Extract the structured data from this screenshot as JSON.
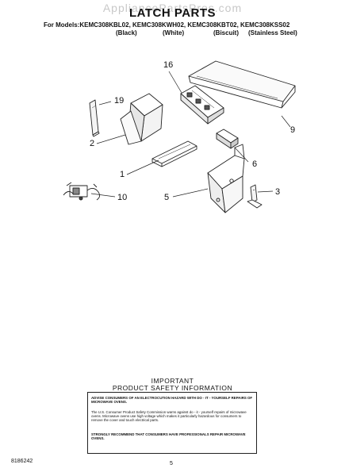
{
  "watermark": "AppliancePartsPros.com",
  "title": "LATCH PARTS",
  "models_line": "For Models:KEMC308KBL02, KEMC308KWH02, KEMC308KBT02, KEMC308KSS02",
  "colors": [
    "(Black)",
    "(White)",
    "(Biscuit)",
    "(Stainless Steel)"
  ],
  "callouts": {
    "c16": "16",
    "c19": "19",
    "c2": "2",
    "c9": "9",
    "c6": "6",
    "c1": "1",
    "c3": "3",
    "c10": "10",
    "c5": "5"
  },
  "safety": {
    "line1": "IMPORTANT",
    "line2": "PRODUCT  SAFETY  INFORMATION",
    "p1": "ADVISE CONSUMERS OF AN ELECTROCUTION HAZARD WITH DO - IT - YOURSELF REPAIRS OF MICROWAVE OVENS.",
    "p2": "The U.S. Consumer Product Safety Commission warns against do - it - yourself repairs of microwave ovens. Microwave ovens use high voltage which makes it particularly hazardous for consumers to remove the cover and touch electrical parts.",
    "p3": "STRONGLY RECOMMEND THAT CONSUMERS HAVE PROFESSIONALS REPAIR MICROWAVE OVENS."
  },
  "footer": {
    "part_number": "8186242",
    "page": "5"
  }
}
